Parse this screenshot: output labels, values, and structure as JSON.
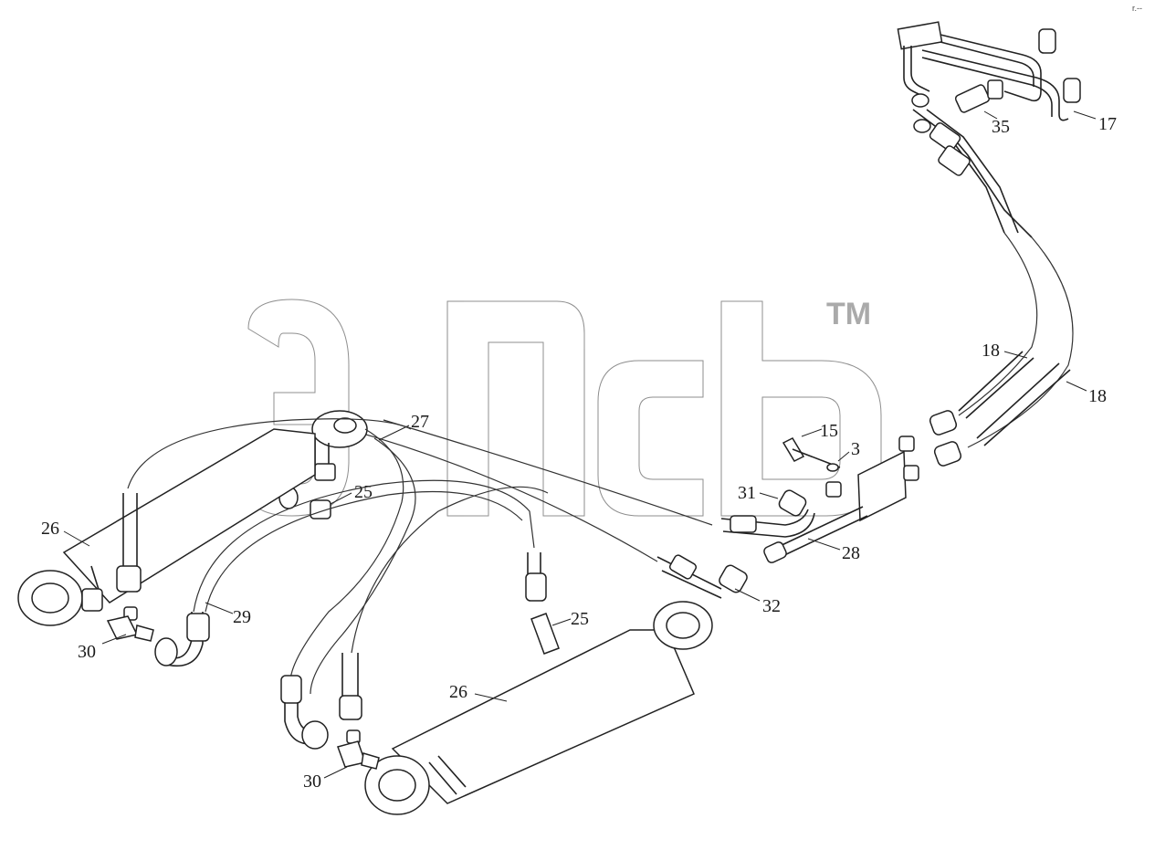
{
  "watermark": {
    "text": "элсб",
    "tm": "TM",
    "color": "#c8c8c8"
  },
  "corner_mark": "r.--",
  "labels": {
    "l17": "17",
    "l35": "35",
    "l18a": "18",
    "l18b": "18",
    "l15": "15",
    "l3": "3",
    "l27": "27",
    "l31": "31",
    "l25a": "25",
    "l25b": "25",
    "l26a": "26",
    "l26b": "26",
    "l28": "28",
    "l29": "29",
    "l30a": "30",
    "l30b": "30",
    "l32": "32"
  }
}
